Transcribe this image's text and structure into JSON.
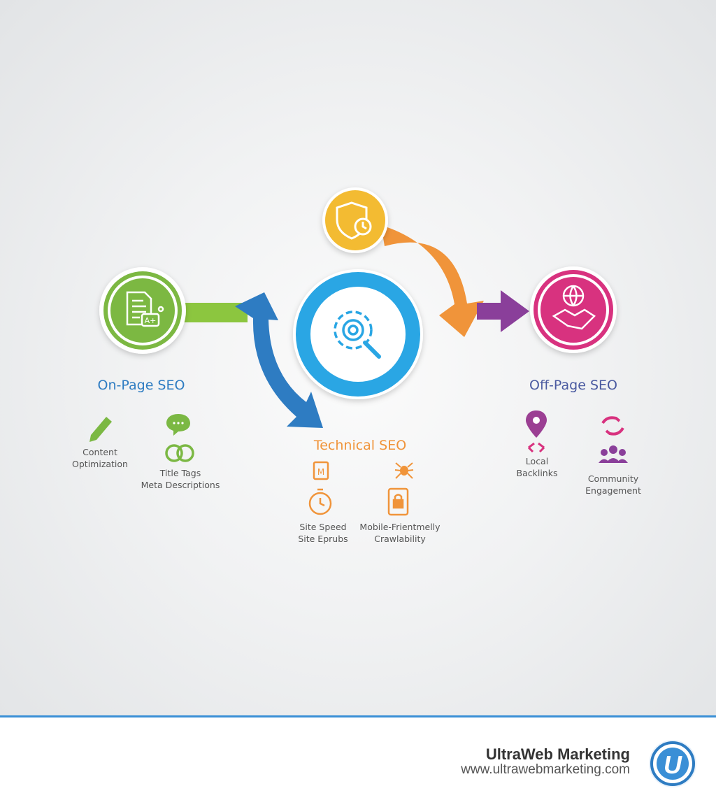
{
  "colors": {
    "onpage": "#7bb843",
    "technical": "#29a6e4",
    "technical_title": "#f0943a",
    "offpage": "#d8327f",
    "yellow": "#f3bb33",
    "orange": "#f0913a",
    "purple": "#8a3f9a",
    "blue": "#2e7cc2",
    "brand": "#3a8fd6"
  },
  "sections": {
    "onpage": {
      "title": "On-Page SEO",
      "icon": "document-grade-icon",
      "items": [
        "Content",
        "Optimization",
        "Title Tags",
        "Meta Descriptions"
      ],
      "item_icons": [
        "pencil-icon",
        "chat-bubble-icon",
        "link-rings-icon"
      ]
    },
    "technical": {
      "title": "Technical SEO",
      "icon": "gear-magnifier-icon",
      "items": [
        "Site Speed",
        "Site Eprubs",
        "Mobile-Frientmelly",
        "Crawlability"
      ],
      "item_icons": [
        "sitemap-icon",
        "stopwatch-icon",
        "spider-icon",
        "mobile-lock-icon"
      ]
    },
    "offpage": {
      "title": "Off-Page SEO",
      "icon": "globe-handshake-icon",
      "items": [
        "Local",
        "Backlinks",
        "Community",
        "Engagement"
      ],
      "item_icons": [
        "location-pin-icon",
        "link-arrows-icon",
        "refresh-arrows-icon",
        "people-group-icon"
      ]
    },
    "security": {
      "icon": "shield-clock-icon"
    }
  },
  "brand": {
    "name": "UltraWeb Marketing",
    "url": "www.ultrawebmarketing.com",
    "logo_letter": "U"
  }
}
